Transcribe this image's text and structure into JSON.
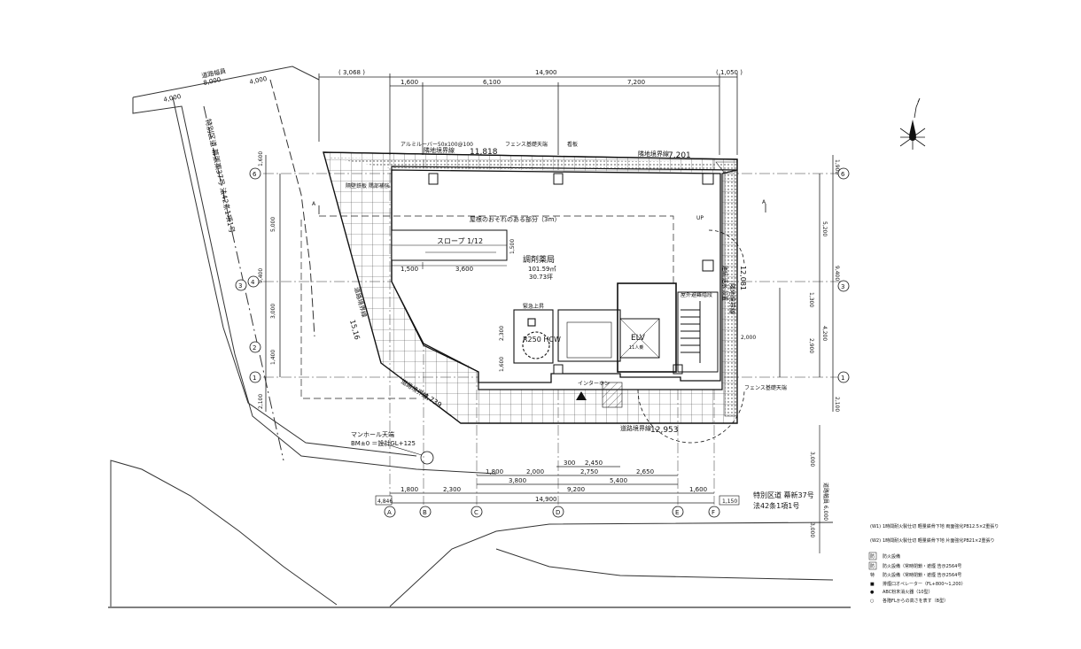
{
  "road_top": {
    "width_label": "道路幅員",
    "width_value": "8,000",
    "left_dim": "4,000",
    "right_dim": "4,000"
  },
  "road_left_label": "特別区道 幕張東37号 法42条1項1号",
  "road_bottom_label_1": "特別区道 幕新37号",
  "road_bottom_label_2": "法42条1項1号",
  "road_right_label": "道路幅員 6,000",
  "road_right_dim": "3,000",
  "top_dims": {
    "paren_left": "( 3,068 )",
    "total": "14,900",
    "paren_right": "( 1,050 )",
    "seg": [
      "1,600",
      "6,100",
      "7,200"
    ]
  },
  "bottom_dims": {
    "row1": [
      "1,800",
      "2,000",
      "2,750",
      "2,650"
    ],
    "row1b": [
      "300",
      "2,450"
    ],
    "row2": [
      "3,800",
      "5,400"
    ],
    "row3": [
      "1,800",
      "2,300",
      "9,200",
      "1,600"
    ],
    "total": "14,900",
    "left_small": "4,846",
    "right_small": "1,150",
    "right_lower": "3,000",
    "mid_right": "3,000"
  },
  "left_dims": {
    "top": "1,600",
    "a": "5,000",
    "total": "9,400",
    "b": "3,000",
    "c": "1,400",
    "bottom": "2,100"
  },
  "right_dims": {
    "top": "1,900",
    "a": "5,200",
    "total": "9,400",
    "b": "1,300",
    "c": "4,200",
    "d": "2,900",
    "bottom": "2,100",
    "inner": "2,000"
  },
  "grid_cols": [
    "A",
    "B",
    "C",
    "D",
    "E",
    "F"
  ],
  "grid_rows": [
    "6",
    "4",
    "3",
    "2",
    "1"
  ],
  "boundary_labels": {
    "north": "隣地境界線",
    "north_len": "11,818",
    "northeast": "隣地境界線",
    "northeast_len": "7,201",
    "east": "隣地境界線",
    "east_len": "12,081",
    "west": "道路境界線",
    "west_len": "15,16",
    "southwest": "道路境界線",
    "southwest_len": "4,739",
    "south": "道路境界線",
    "south_len": "12,953"
  },
  "notes": {
    "aluminum": "アルミルーバー50x100@100",
    "fence_top": "フェンス基礎天端",
    "fence_right": "フェンス基礎天端",
    "signboard": "看板",
    "wind": "隔壁鉄板 隅部補強",
    "overhang": "屋根のおそれのある部分（3ｍ）",
    "slope": "スロープ 1/12",
    "slope_dim": "1,500",
    "dim_1500": "1,500",
    "dim_3600": "3,600",
    "room_name": "調剤薬局",
    "room_area_1": "101.59㎡",
    "room_area_2": "30.73坪",
    "elv": "ELV",
    "elv_sub": "11人乗",
    "wc_top": "緊急上昇",
    "wc": "R250 HCW",
    "dims_2300": "2,300",
    "dims_1600": "1,600",
    "stairs": "屋外避難階段",
    "up": "UP",
    "hydrant": "連結 送水 設置",
    "interphone": "インターホン",
    "manhole": "マンホール天端",
    "bm": "BM±0 ＝設計GL+125",
    "legend_a": "A"
  },
  "legend": [
    {
      "sym": "(W1)",
      "text": "1時間耐火製仕切 軽量鉄骨下地 両面強化PB12.5×2重張り"
    },
    {
      "sym": "(W2)",
      "text": "1時間耐火製仕切 軽量鉄骨下地 片面強化PB21×2重張り"
    },
    {
      "sym": "防",
      "text": "防火設備"
    },
    {
      "sym": "防",
      "text": "防火設備（常時閉鎖・遮煙 告示2564号"
    },
    {
      "sym": "特",
      "text": "防火設備（常時閉鎖・遮煙 告示2564号"
    },
    {
      "sym": "■",
      "text": "排煙口オペレーター（FL+800〜1,200）"
    },
    {
      "sym": "●",
      "text": "ABC粉末消火器（10型）"
    },
    {
      "sym": "○",
      "text": "各階FLからの高さを表す（B型）"
    }
  ]
}
